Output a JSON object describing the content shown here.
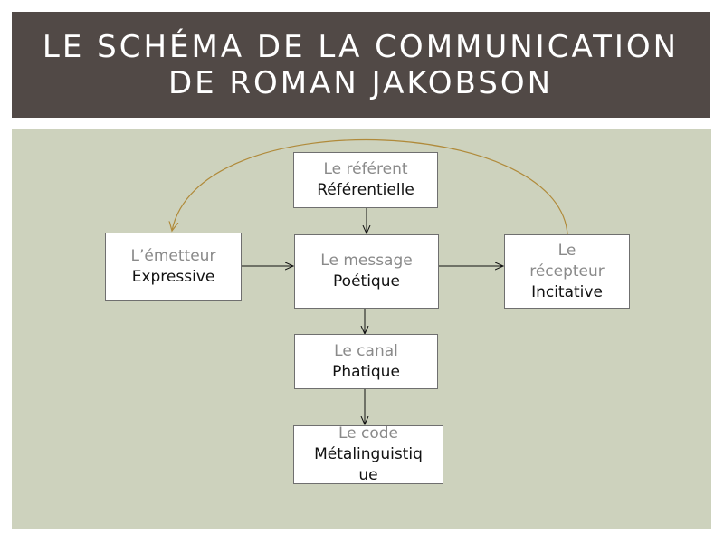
{
  "title": {
    "line1": "LE SCHÉMA DE LA COMMUNICATION",
    "line2": "DE ROMAN JAKOBSON"
  },
  "diagram": {
    "referent": {
      "label": "Le référent",
      "function": "Référentielle"
    },
    "emetteur": {
      "label": "L’émetteur",
      "function": "Expressive"
    },
    "message": {
      "label": "Le message",
      "function": "Poétique"
    },
    "recepteur": {
      "label_line1": "Le",
      "label_line2": "récepteur",
      "function": "Incitative"
    },
    "canal": {
      "label": "Le canal",
      "function": "Phatique"
    },
    "code": {
      "label": "Le code",
      "function_line1": "Métalinguistiq",
      "function_line2": "ue"
    }
  },
  "colors": {
    "title_background": "#514946",
    "content_background": "#cdd2bd",
    "feedback_arrow": "#b08a3a",
    "label_gray": "#8a8a8a"
  }
}
